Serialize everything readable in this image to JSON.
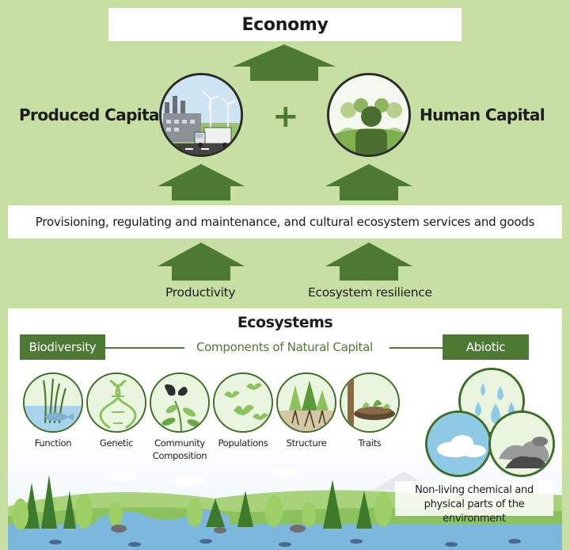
{
  "economy": {
    "label": "Economy"
  },
  "capitals": {
    "produced": "Produced Capital",
    "plus": "+",
    "human": "Human Capital"
  },
  "services": {
    "label": "Provisioning, regulating and maintenance, and cultural ecosystem services and goods"
  },
  "drivers": {
    "productivity": "Productivity",
    "resilience": "Ecosystem resilience"
  },
  "ecosystems": {
    "title": "Ecosystems",
    "components_label": "Components of Natural Capital",
    "biodiversity_tag": "Biodiversity",
    "abiotic_tag": "Abiotic",
    "biodiversity_items": [
      {
        "label": "Function",
        "icon": "fish-reeds-icon"
      },
      {
        "label": "Genetic",
        "icon": "dna-icon"
      },
      {
        "label": "Community Composition",
        "icon": "butterfly-plants-icon"
      },
      {
        "label": "Populations",
        "icon": "birds-icon"
      },
      {
        "label": "Structure",
        "icon": "trees-roots-icon"
      },
      {
        "label": "Traits",
        "icon": "bird-nest-icon"
      }
    ],
    "abiotic_items": [
      {
        "icon": "water-drops-icon"
      },
      {
        "icon": "sky-clouds-icon"
      },
      {
        "icon": "rocks-icon"
      }
    ],
    "abiotic_caption": "Non-living chemical and physical parts of the environment"
  },
  "colors": {
    "background": "#c7dfa3",
    "arrow": "#4d7a32",
    "accent_dark_green": "#4d7a32"
  }
}
